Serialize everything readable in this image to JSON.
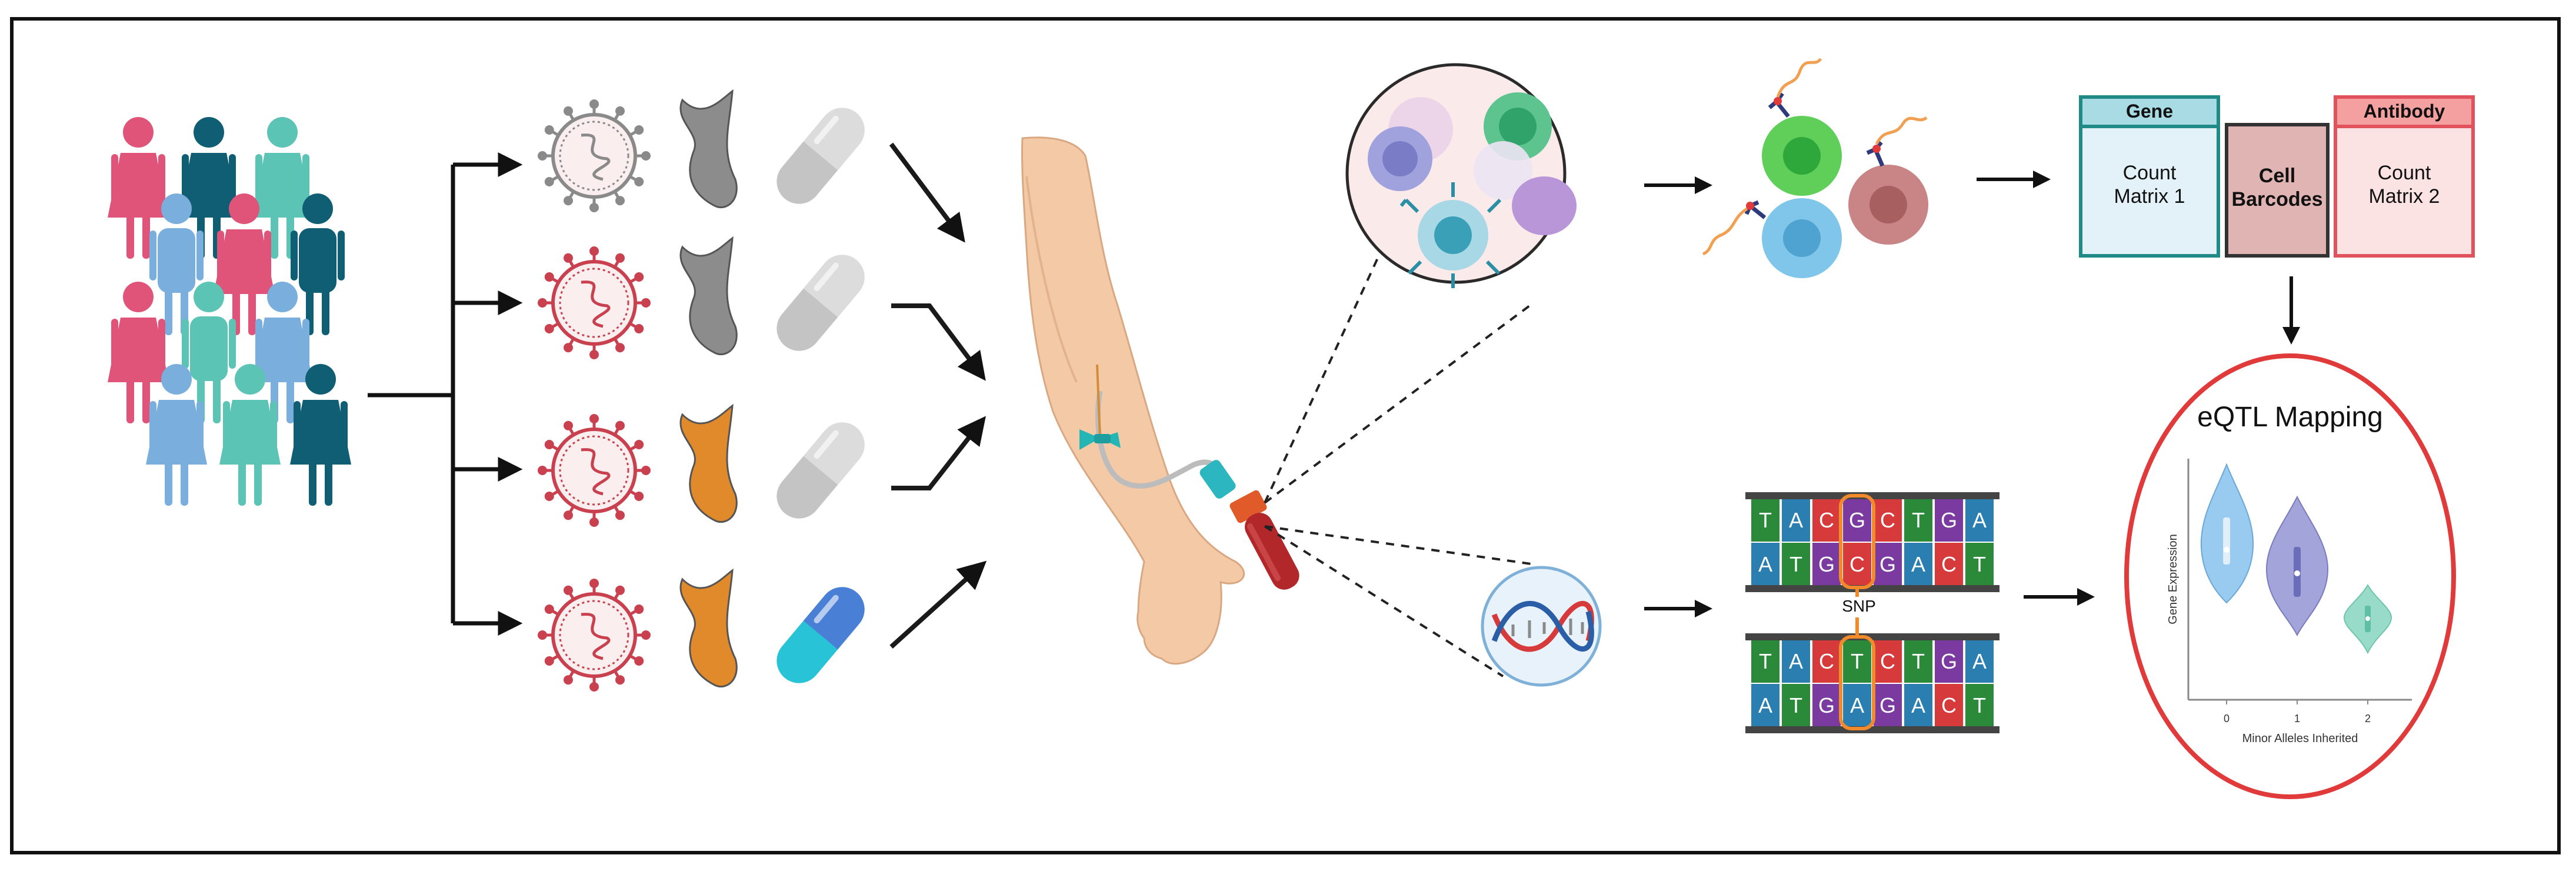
{
  "count_matrix": {
    "gene_header": "Gene",
    "gene_body_line1": "Count",
    "gene_body_line2": "Matrix 1",
    "barcodes_line1": "Cell",
    "barcodes_line2": "Barcodes",
    "antibody_header": "Antibody",
    "antibody_body_line1": "Count",
    "antibody_body_line2": "Matrix 2"
  },
  "dna": {
    "top_strand": {
      "upper": [
        "T",
        "A",
        "C",
        "G",
        "C",
        "T",
        "G",
        "A"
      ],
      "lower": [
        "A",
        "T",
        "G",
        "C",
        "G",
        "A",
        "C",
        "T"
      ]
    },
    "bottom_strand": {
      "upper": [
        "T",
        "A",
        "C",
        "T",
        "C",
        "T",
        "G",
        "A"
      ],
      "lower": [
        "A",
        "T",
        "G",
        "A",
        "G",
        "A",
        "C",
        "T"
      ]
    },
    "snp_label": "SNP"
  },
  "eqtl": {
    "title": "eQTL Mapping",
    "ylabel": "Gene Expression",
    "xlabel": "Minor Alleles Inherited",
    "ticks": [
      "0",
      "1",
      "2"
    ]
  },
  "colors": {
    "pink": "#e0547a",
    "teal_dark": "#0f5e73",
    "teal_light": "#5cc4b4",
    "blue_light": "#7aaedc",
    "virus_red": "#c9404f",
    "virus_grey": "#8a8a8a",
    "tissue_grey": "#8c8c8c",
    "tissue_orange": "#e08a2c",
    "pill_grey": "#c4c4c4",
    "pill_blue": "#4a7fd6",
    "pill_cyan": "#28c3d6",
    "gene_fill": "#e3f2f8",
    "gene_stroke": "#1f8a86",
    "barcode_fill": "#e1b4b4",
    "antibody_fill": "#fbe3e3",
    "antibody_stroke": "#e0525c",
    "eqtl_circle": "#e03a3a",
    "violin_0": "#8fc5ee",
    "violin_1": "#9a9cd6",
    "violin_2": "#8fd8c4"
  }
}
